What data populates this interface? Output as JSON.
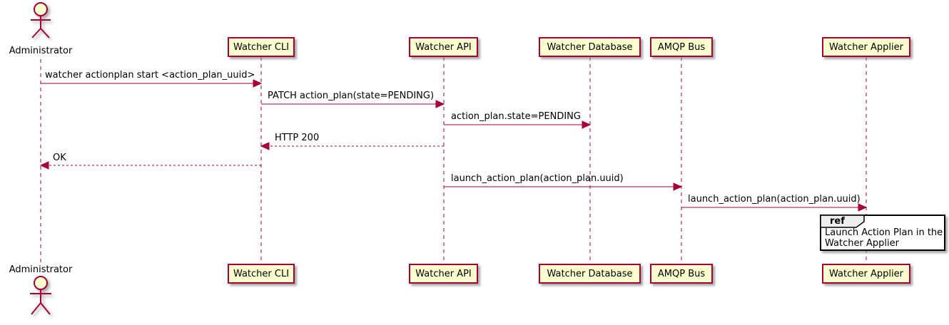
{
  "diagram": {
    "type": "sequence-diagram",
    "actor": {
      "name": "Administrator"
    },
    "participants": [
      {
        "name": "Watcher CLI"
      },
      {
        "name": "Watcher API"
      },
      {
        "name": "Watcher Database"
      },
      {
        "name": "AMQP Bus"
      },
      {
        "name": "Watcher Applier"
      }
    ],
    "messages": [
      {
        "from": "Administrator",
        "to": "Watcher CLI",
        "label": "watcher actionplan start <action_plan_uuid>",
        "line": "solid"
      },
      {
        "from": "Watcher CLI",
        "to": "Watcher API",
        "label": "PATCH action_plan(state=PENDING)",
        "line": "solid"
      },
      {
        "from": "Watcher API",
        "to": "Watcher Database",
        "label": "action_plan.state=PENDING",
        "line": "solid"
      },
      {
        "from": "Watcher API",
        "to": "Watcher CLI",
        "label": "HTTP 200",
        "line": "dashed"
      },
      {
        "from": "Watcher CLI",
        "to": "Administrator",
        "label": "OK",
        "line": "dashed"
      },
      {
        "from": "Watcher API",
        "to": "AMQP Bus",
        "label": "launch_action_plan(action_plan.uuid)",
        "line": "solid"
      },
      {
        "from": "AMQP Bus",
        "to": "Watcher Applier",
        "label": "launch_action_plan(action_plan.uuid)",
        "line": "solid"
      }
    ],
    "ref": {
      "keyword": "ref",
      "over": "Watcher Applier",
      "text": "Launch Action Plan in the Watcher Applier"
    },
    "colors": {
      "participant_fill": "#FEFECE",
      "line_color": "#A80036",
      "text_color": "#000000",
      "ref_header_fill": "#EEEEEE",
      "ref_border": "#000000"
    }
  }
}
